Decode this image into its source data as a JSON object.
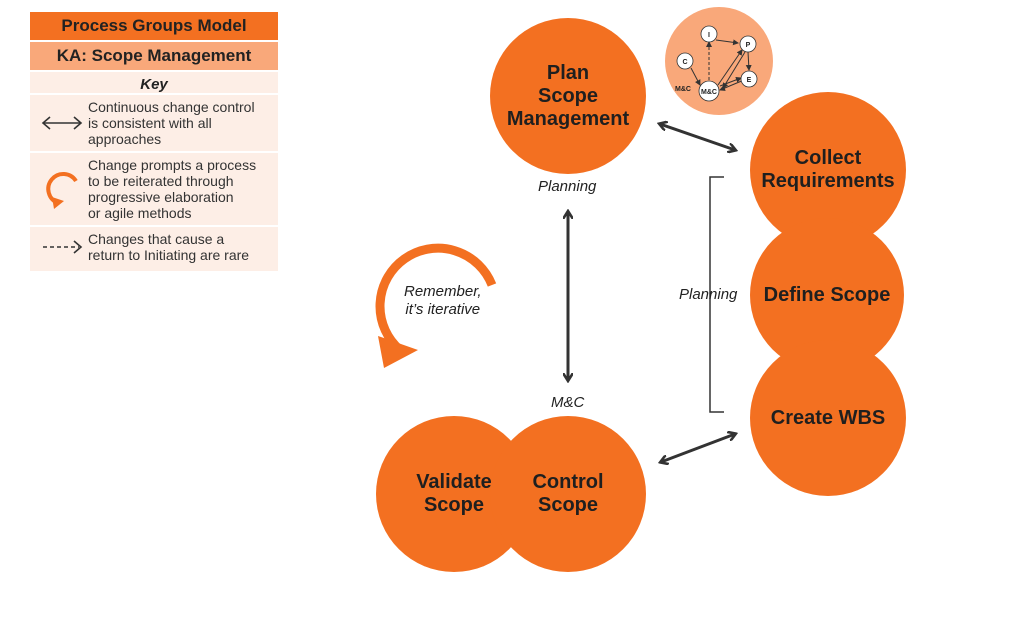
{
  "legend": {
    "title": "Process Groups Model",
    "subtitle": "KA: Scope Management",
    "key_title": "Key",
    "items": [
      {
        "icon": "double-arrow-icon",
        "text": "Continuous change control\nis consistent with all\napproaches"
      },
      {
        "icon": "iterate-arrow-icon",
        "text": "Change prompts a process\nto be reiterated through\nprogressive elaboration\nor agile methods"
      },
      {
        "icon": "dashed-arrow-icon",
        "text": "Changes that cause a\nreturn to Initiating are rare"
      }
    ]
  },
  "processes": {
    "plan": "Plan\nScope\nManagement",
    "collect": "Collect\nRequirements",
    "define": "Define Scope",
    "wbs": "Create WBS",
    "validate": "Validate\nScope",
    "control": "Control\nScope"
  },
  "labels": {
    "planning_top": "Planning",
    "planning_side": "Planning",
    "mc": "M&C",
    "remember": "Remember,\nit’s iterative"
  },
  "mini_diagram": {
    "nodes": [
      "I",
      "P",
      "C",
      "E",
      "M&C"
    ],
    "side_label": "M&C"
  },
  "colors": {
    "orange": "#f37021",
    "light_orange": "#f9a87a",
    "pale": "#fdeee6",
    "arrow": "#333333"
  }
}
